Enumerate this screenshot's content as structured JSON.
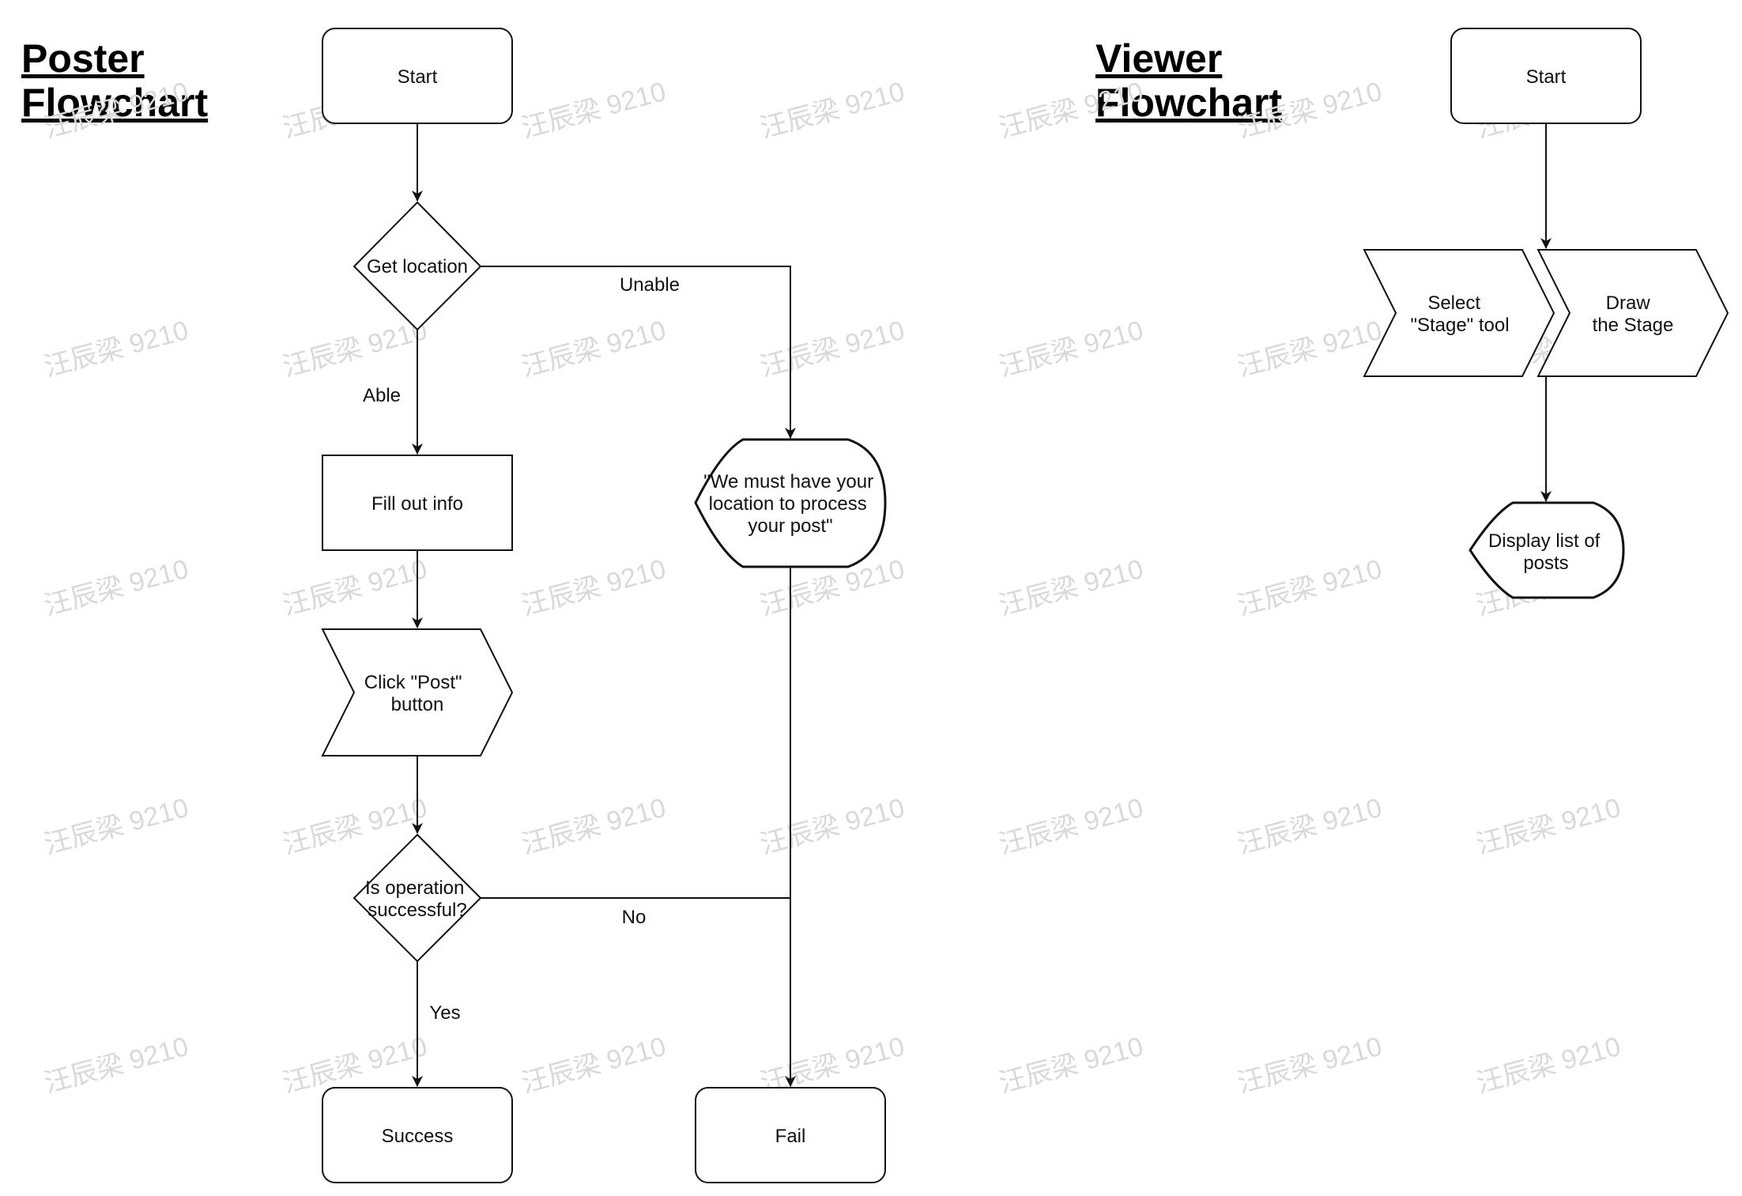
{
  "colors": {
    "stroke": "#111111",
    "background": "#ffffff",
    "watermark": "#d9d9d9"
  },
  "watermark_text": "汪辰梁 9210",
  "poster": {
    "title": [
      "Poster",
      "Flowchart"
    ],
    "nodes": {
      "start": "Start",
      "get_location": [
        "Get location"
      ],
      "fill_out_info": [
        "Fill out info"
      ],
      "click_post": [
        "Click \"Post\"",
        "button"
      ],
      "location_message": [
        "\"We must have your",
        "location to process",
        "your post\""
      ],
      "is_successful": [
        "Is operation",
        "successful?"
      ],
      "success": "Success",
      "fail": "Fail"
    },
    "edges": {
      "unable": "Unable",
      "able": "Able",
      "no": "No",
      "yes": "Yes"
    }
  },
  "viewer": {
    "title": [
      "Viewer",
      "Flowchart"
    ],
    "nodes": {
      "start": "Start",
      "select_stage_tool": [
        "Select",
        "\"Stage\" tool"
      ],
      "draw_stage": [
        "Draw",
        "the Stage"
      ],
      "display_posts": [
        "Display list of",
        "posts"
      ]
    }
  }
}
